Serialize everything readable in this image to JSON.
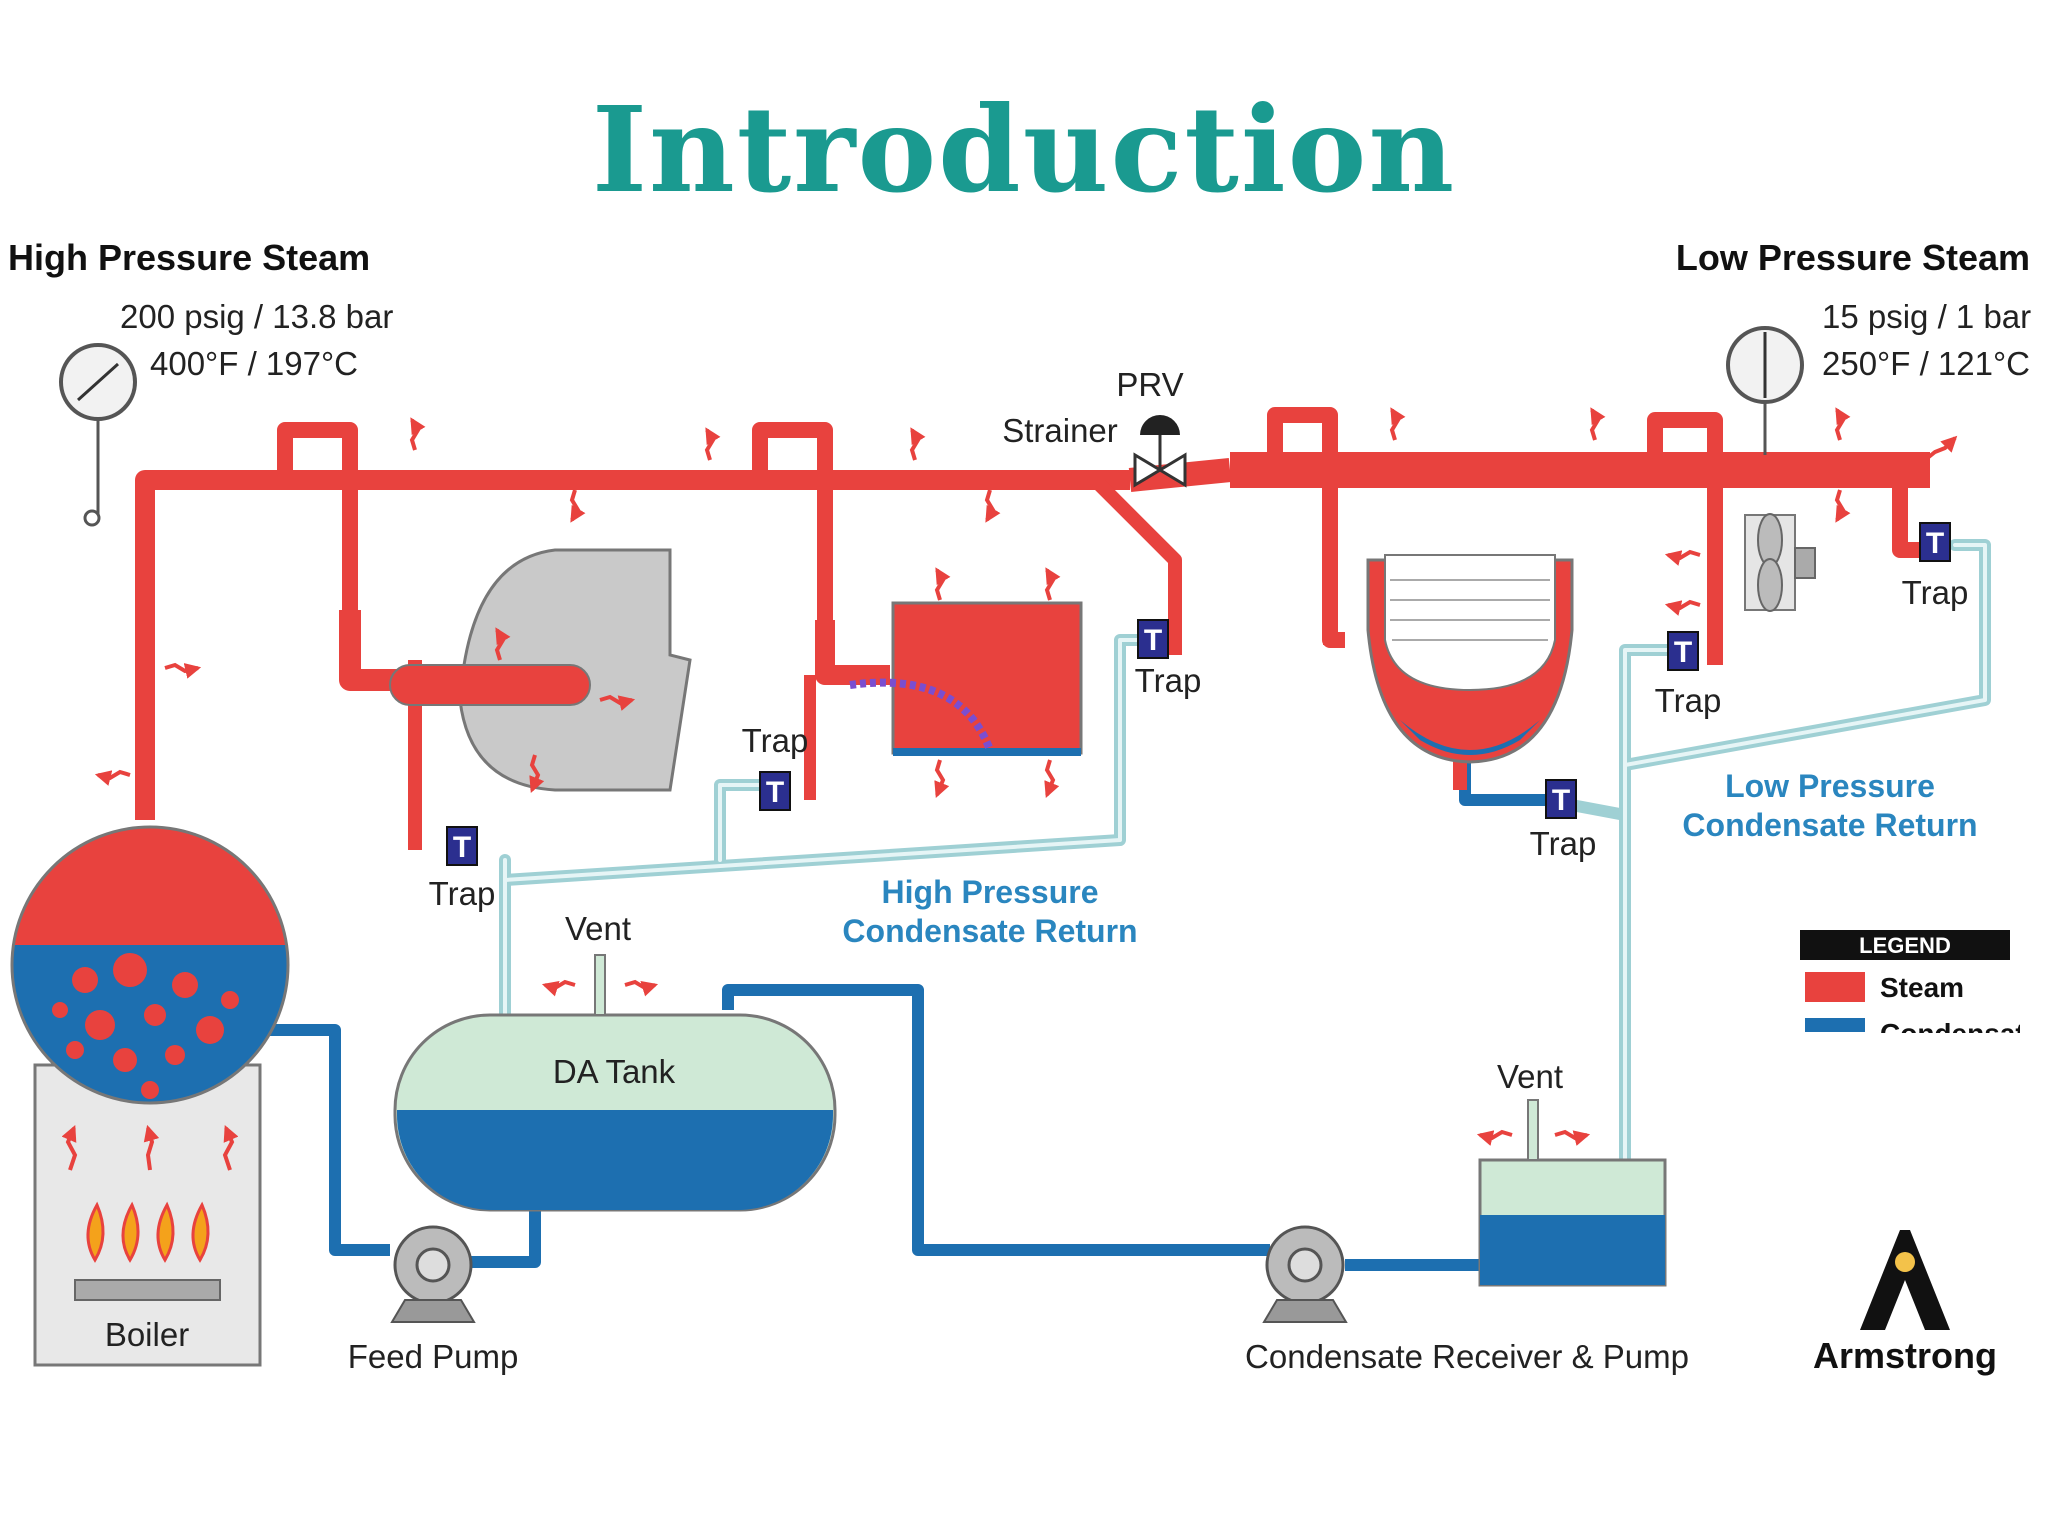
{
  "title": "Introduction",
  "labels": {
    "high_pressure_steam": "High Pressure Steam",
    "hp_pressure": "200 psig / 13.8 bar",
    "hp_temp": "400°F / 197°C",
    "low_pressure_steam": "Low Pressure Steam",
    "lp_pressure": "15 psig / 1 bar",
    "lp_temp": "250°F / 121°C",
    "prv": "PRV",
    "strainer": "Strainer",
    "trap": "Trap",
    "trap_letter": "T",
    "vent": "Vent",
    "da_tank": "DA Tank",
    "boiler": "Boiler",
    "feed_pump": "Feed Pump",
    "condensate_receiver_pump": "Condensate Receiver & Pump",
    "hp_return_line1": "High Pressure",
    "hp_return_line2": "Condensate Return",
    "lp_return_line1": "Low Pressure",
    "lp_return_line2": "Condensate Return",
    "brand": "Armstrong"
  },
  "legend": {
    "title": "LEGEND",
    "items": [
      {
        "label": "Steam",
        "color": "#e8423e"
      },
      {
        "label": "Condensate",
        "color": "#1d6fb0"
      }
    ]
  },
  "colors": {
    "steam": "#e8423e",
    "condensate": "#1d6fb0",
    "return_line": "#b7dfe2",
    "trap": "#2b2f8f",
    "title": "#1a9a90"
  }
}
